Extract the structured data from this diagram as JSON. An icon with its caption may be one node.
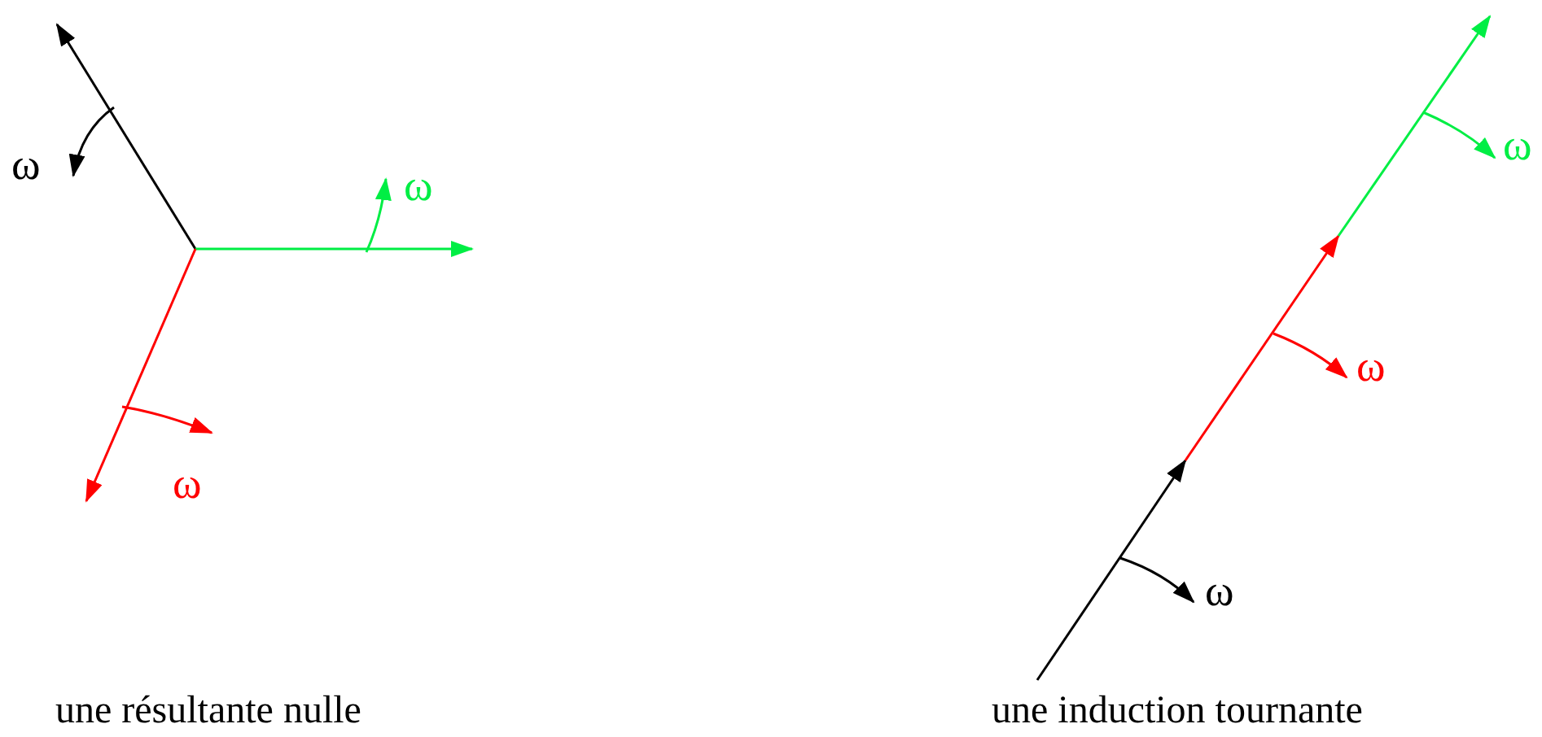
{
  "diagram": {
    "labels": [
      "ω",
      "ω",
      "ω",
      "ω",
      "ω",
      "ω",
      "une résultante nulle",
      "une induction tournante"
    ]
  }
}
